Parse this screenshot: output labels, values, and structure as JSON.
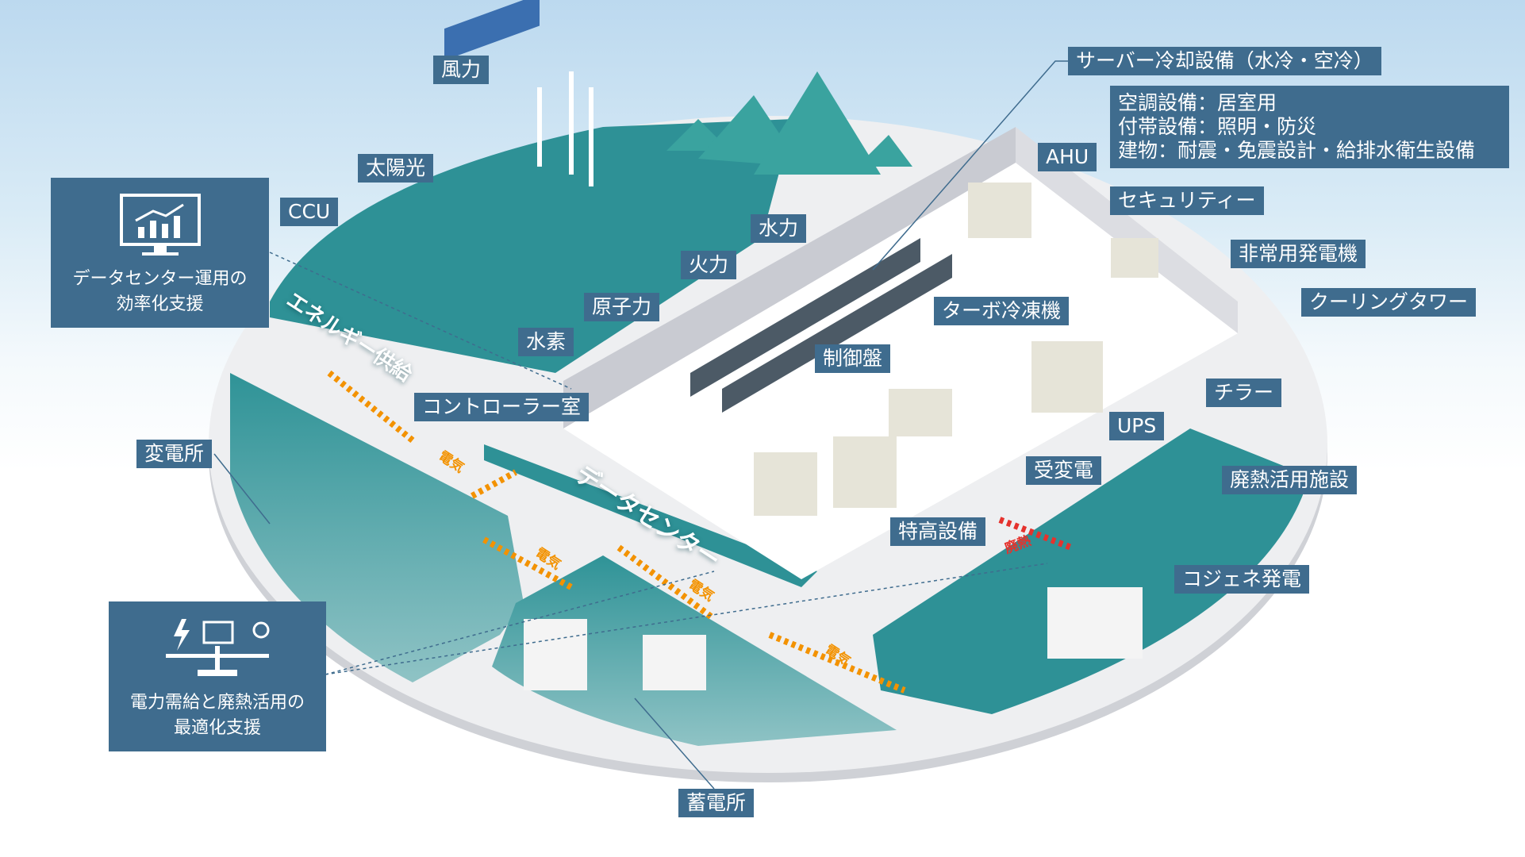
{
  "labels": {
    "wind": "風力",
    "server_cooling": "サーバー冷却設備（水冷・空冷）",
    "ahu": "AHU",
    "solar": "太陽光",
    "ccu": "CCU",
    "security": "セキュリティー",
    "hydro": "水力",
    "emergency_gen": "非常用発電機",
    "thermal": "火力",
    "cooling_tower": "クーリングタワー",
    "nuclear": "原子力",
    "turbo_chiller": "ターボ冷凍機",
    "hydrogen": "水素",
    "control_panel": "制御盤",
    "chiller": "チラー",
    "controller_room": "コントローラー室",
    "ups": "UPS",
    "substation": "変電所",
    "power_receiving": "受変電",
    "waste_heat_facility": "廃熱活用施設",
    "extra_high_voltage": "特高設備",
    "cogeneration": "コジェネ発電",
    "storage": "蓄電所"
  },
  "facility_info": [
    "空調設備：居室用",
    "付帯設備：照明・防災",
    "建物：耐震・免震設計・給排水衛生設備"
  ],
  "support_boxes": {
    "dc_efficiency": [
      "データセンター運用の",
      "効率化支援"
    ],
    "power_optimization": [
      "電力需給と廃熱活用の",
      "最適化支援"
    ]
  },
  "roads": {
    "energy_supply": "エネルギー供給",
    "data_center": "データセンター",
    "electricity": "電気",
    "waste_heat": "廃熱"
  },
  "colors": {
    "label": "#3f6c8e",
    "teal": "#2e9196",
    "electric_arrow": "#f39200",
    "heat_arrow": "#e5322d"
  }
}
